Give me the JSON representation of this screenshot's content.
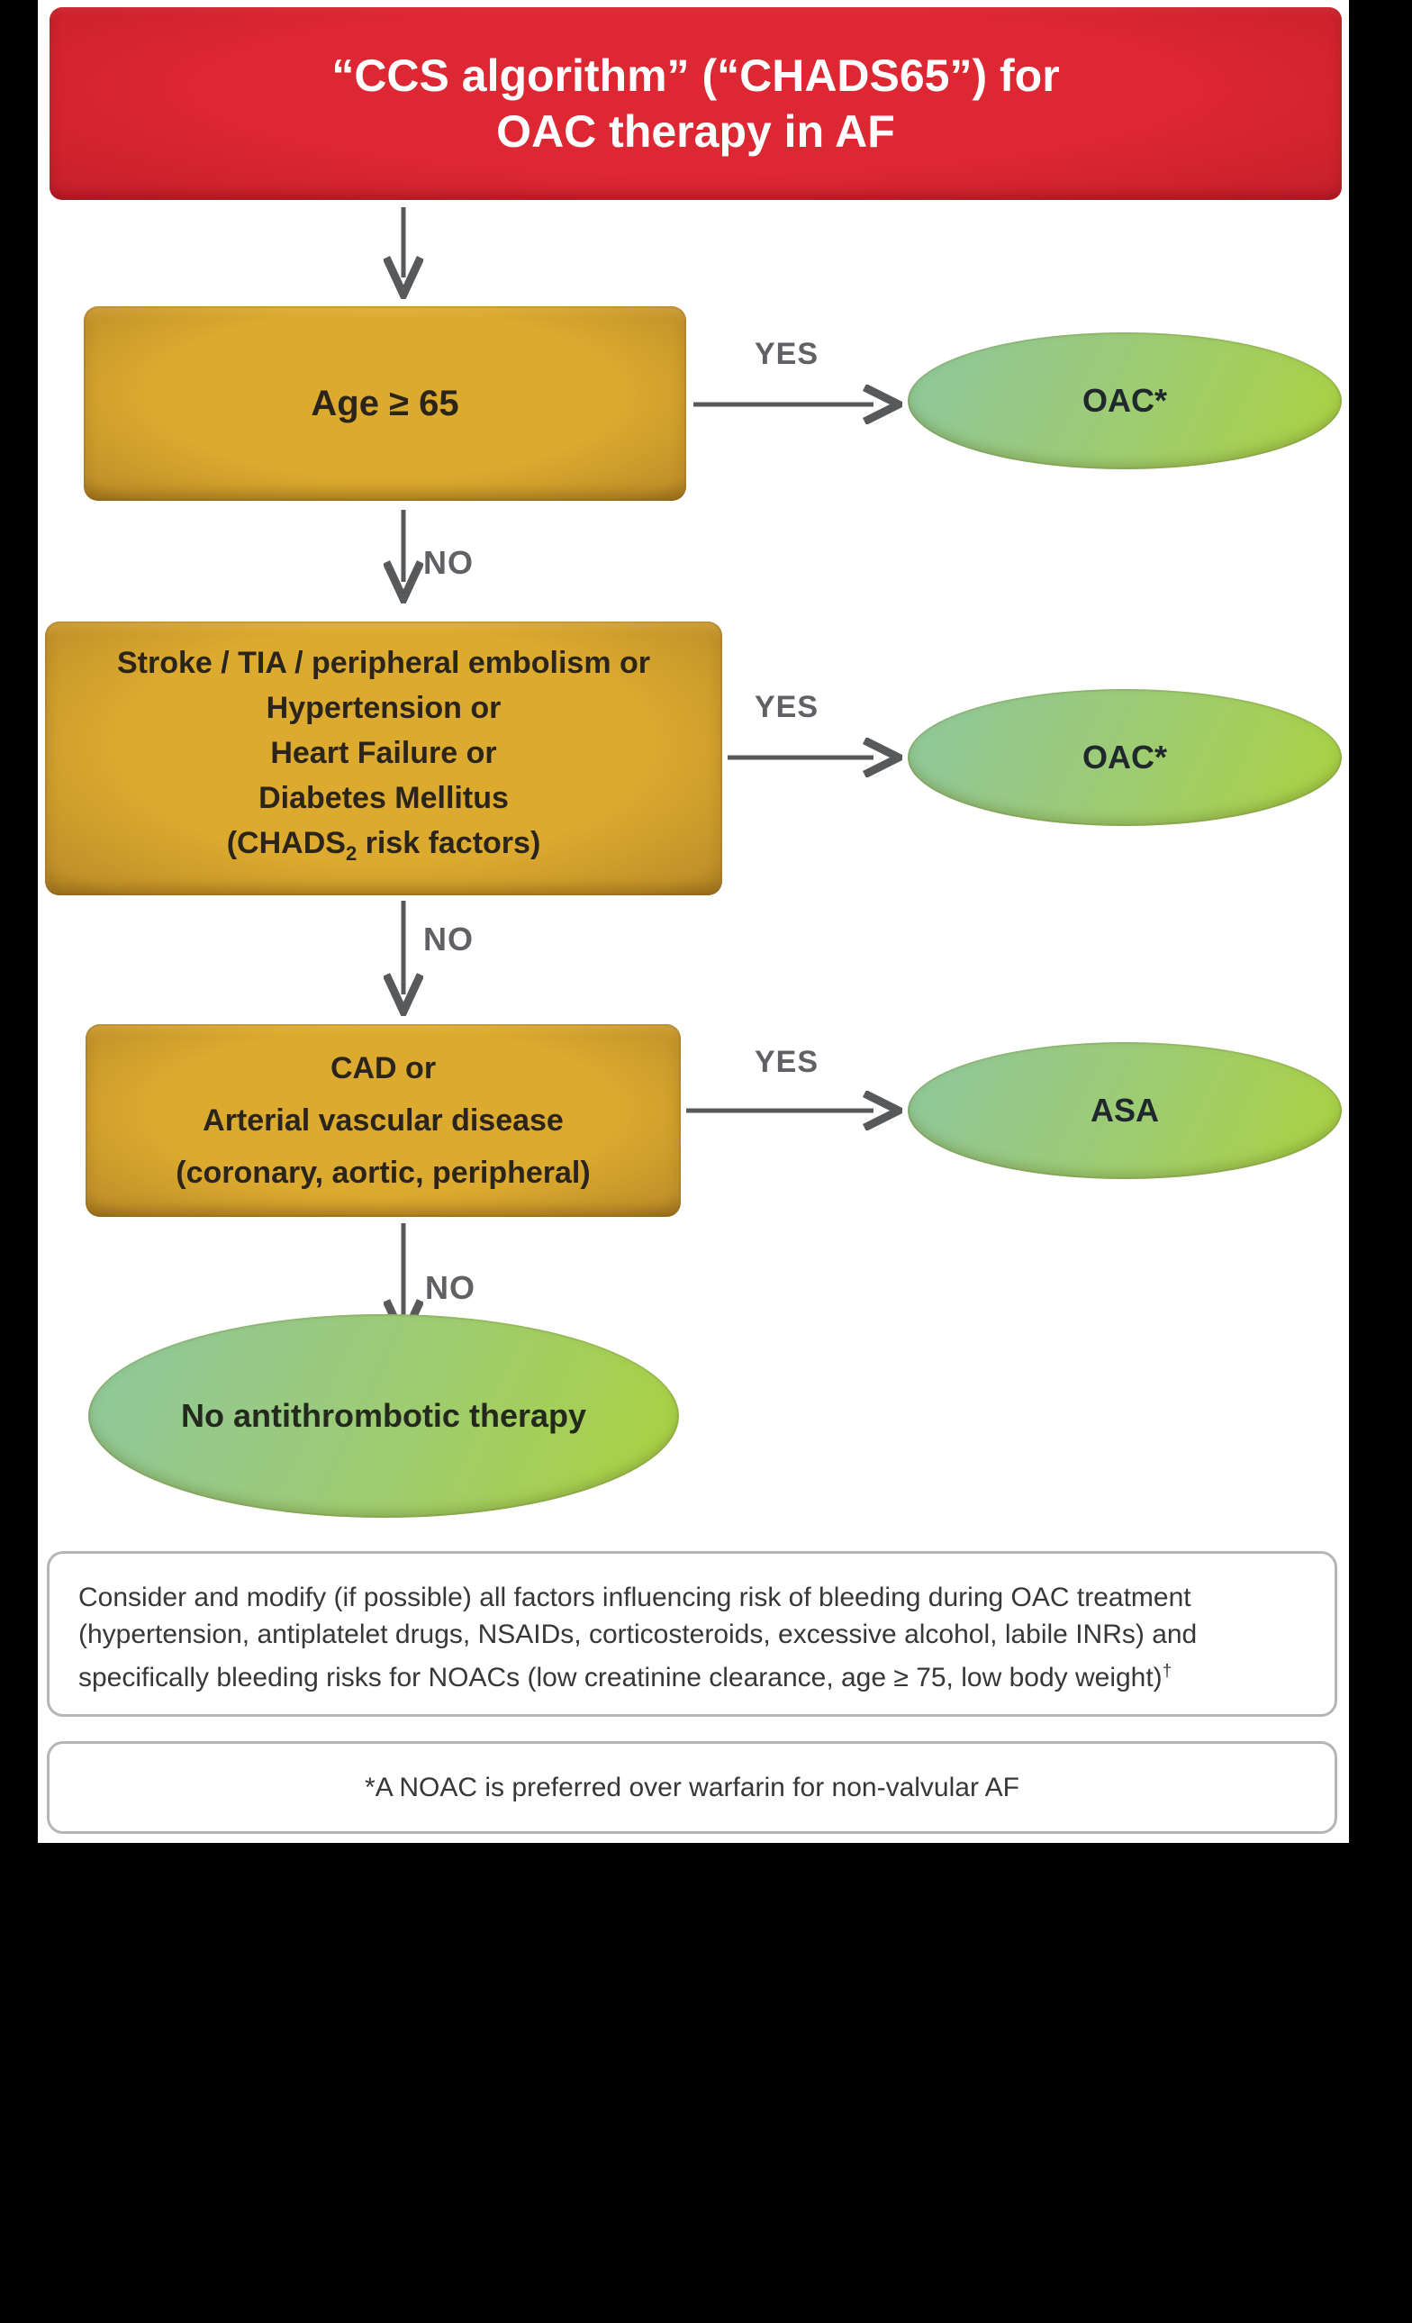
{
  "header": {
    "line1": "“CCS algorithm” (“CHADS65”) for",
    "line2": "OAC therapy in AF"
  },
  "nodes": {
    "age": {
      "text": "Age ≥ 65"
    },
    "chads": {
      "lines": [
        "Stroke / TIA / peripheral embolism or",
        "Hypertension or",
        "Heart Failure or",
        "Diabetes Mellitus"
      ],
      "chads_pre": "(CHADS",
      "chads_sub": "2",
      "chads_post": " risk factors)"
    },
    "cad": {
      "lines": [
        "CAD or",
        "Arterial vascular disease",
        "(coronary, aortic, peripheral)"
      ]
    },
    "no_therapy": {
      "text": "No antithrombotic therapy"
    }
  },
  "outcomes": {
    "oac1": "OAC*",
    "oac2": "OAC*",
    "asa": "ASA"
  },
  "labels": {
    "yes1": "YES",
    "yes2": "YES",
    "yes3": "YES",
    "no1": "NO",
    "no2": "NO",
    "no3": "NO"
  },
  "footnotes": {
    "bleeding_lines": [
      "Consider and modify (if possible) all factors influencing risk of bleeding during OAC treatment",
      "(hypertension, antiplatelet drugs, NSAIDs, corticosteroids, excessive alcohol, labile INRs) and",
      "specifically bleeding risks for NOACs (low creatinine clearance, age ≥ 75, low body weight)"
    ],
    "bleeding_dagger": "†",
    "noac_note": "*A NOAC is preferred over warfarin for non-valvular AF"
  },
  "colors": {
    "background": "#000000",
    "panel": "#ffffff",
    "header_red": "#d5222d",
    "box_gold": "#d8a42c",
    "box_gold_edge": "#a87c22",
    "ellipse_green_left": "#8fc79b",
    "ellipse_green_right": "#a9d147",
    "arrow_gray": "#58595b",
    "label_gray": "#606164",
    "note_border_gray": "#b5b5b5",
    "box_text_dark": "#2a241a"
  }
}
